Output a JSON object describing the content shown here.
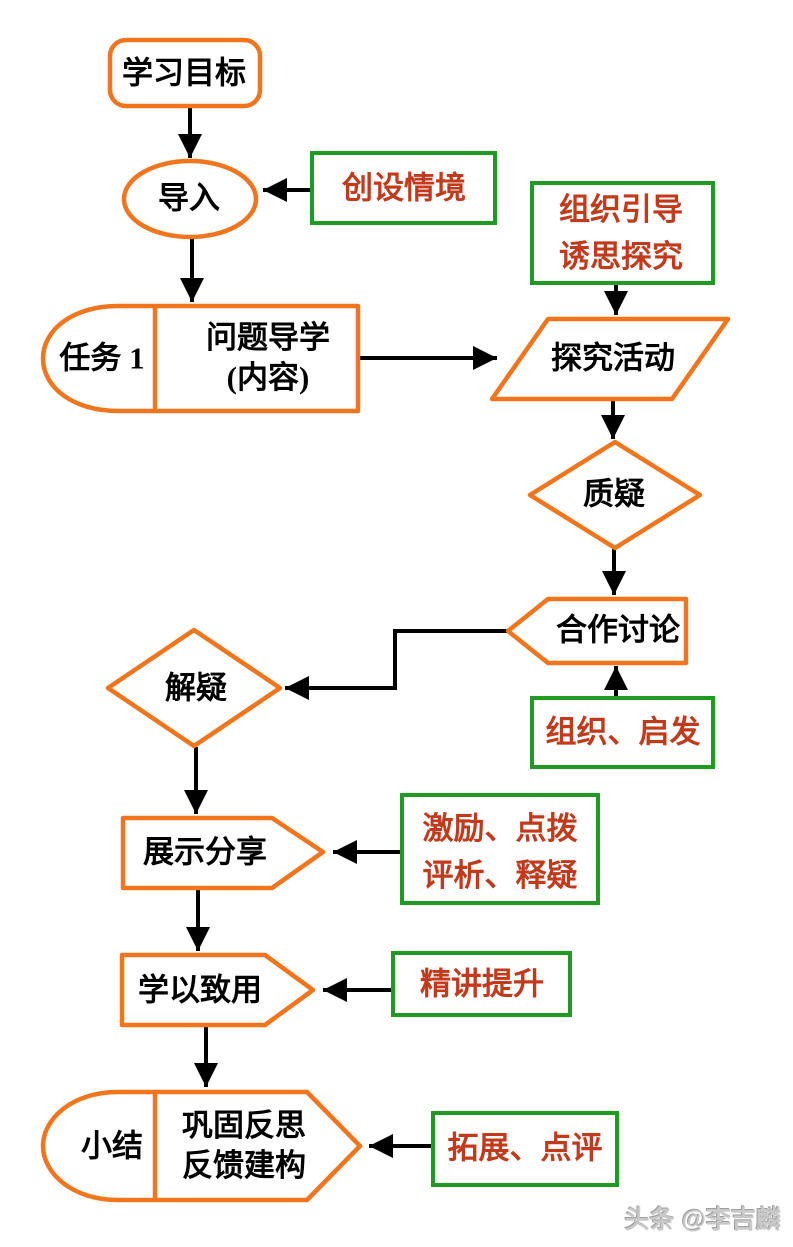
{
  "colors": {
    "shape_outline_orange": "#F0751C",
    "callout_outline_green": "#1F9A23",
    "callout_text_red": "#C23A1B",
    "node_text_black": "#000000",
    "arrow_black": "#000000",
    "background": "#FFFFFF"
  },
  "nodes": {
    "learning_goal": {
      "label": "学习目标"
    },
    "lead_in": {
      "label": "导入"
    },
    "task1": {
      "label": "任务 1"
    },
    "problem_guide": {
      "line1": "问题导学",
      "line2": "(内容)"
    },
    "inquiry_activity": {
      "label": "探究活动"
    },
    "questioning": {
      "label": "质疑"
    },
    "cooperative_discussion": {
      "label": "合作讨论"
    },
    "resolve_doubt": {
      "label": "解疑"
    },
    "show_share": {
      "label": "展示分享"
    },
    "apply_learning": {
      "label": "学以致用"
    },
    "summary": {
      "label": "小结"
    },
    "consolidate_reflect": {
      "line1": "巩固反思",
      "line2": "反馈建构"
    }
  },
  "callouts": {
    "create_situation": {
      "label": "创设情境"
    },
    "organize_guide": {
      "line1": "组织引导",
      "line2": "诱思探究"
    },
    "organize_inspire": {
      "label": "组织、启发"
    },
    "encourage_appraise": {
      "line1": "激励、点拨",
      "line2": "评析、释疑"
    },
    "intensive_teaching": {
      "label": "精讲提升"
    },
    "extend_comment": {
      "label": "拓展、点评"
    }
  },
  "watermark": {
    "text": "头条 @李吉麟"
  }
}
